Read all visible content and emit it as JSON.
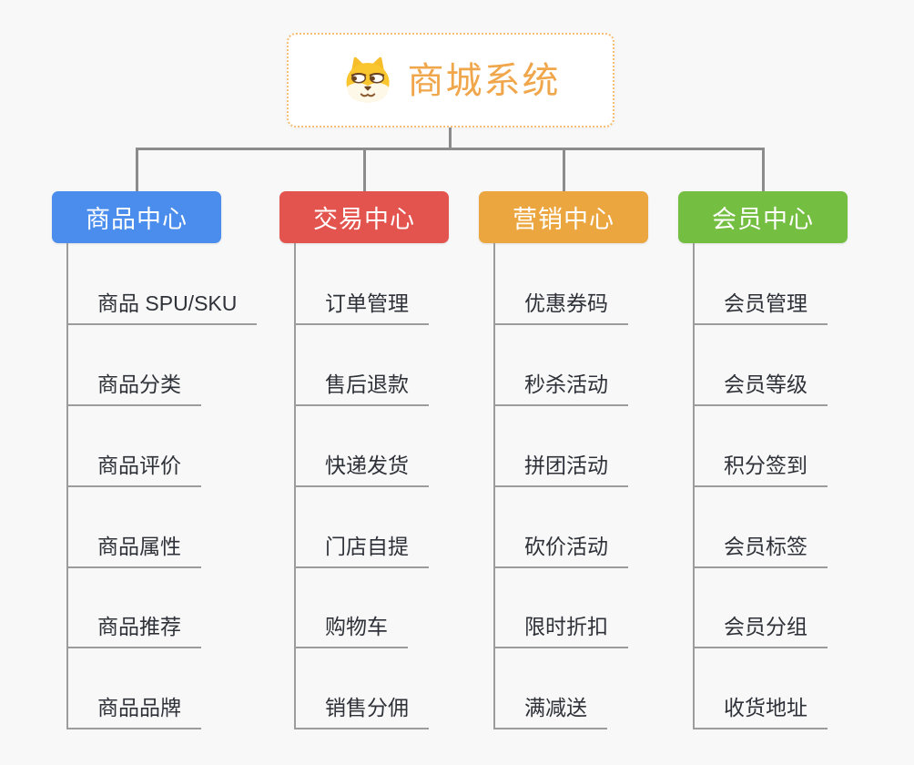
{
  "canvas": {
    "background": "#F8F8F8"
  },
  "colors": {
    "connector": "#8C8C8C",
    "branch_line": "#9C9C9C",
    "item_text": "#2E3238",
    "root_title": "#F0A64A",
    "root_border": "#F4BE72",
    "root_background": "#FFFFFF"
  },
  "root": {
    "title": "商城系统",
    "icon": "dog-face-icon"
  },
  "branches": [
    {
      "label": "商品中心",
      "color": "#4A8DEC",
      "items": [
        "商品 SPU/SKU",
        "商品分类",
        "商品评价",
        "商品属性",
        "商品推荐",
        "商品品牌"
      ]
    },
    {
      "label": "交易中心",
      "color": "#E4544E",
      "items": [
        "订单管理",
        "售后退款",
        "快递发货",
        "门店自提",
        "购物车",
        "销售分佣"
      ]
    },
    {
      "label": "营销中心",
      "color": "#EBA63F",
      "items": [
        "优惠券码",
        "秒杀活动",
        "拼团活动",
        "砍价活动",
        "限时折扣",
        "满减送"
      ]
    },
    {
      "label": "会员中心",
      "color": "#74BE41",
      "items": [
        "会员管理",
        "会员等级",
        "积分签到",
        "会员标签",
        "会员分组",
        "收货地址"
      ]
    }
  ]
}
